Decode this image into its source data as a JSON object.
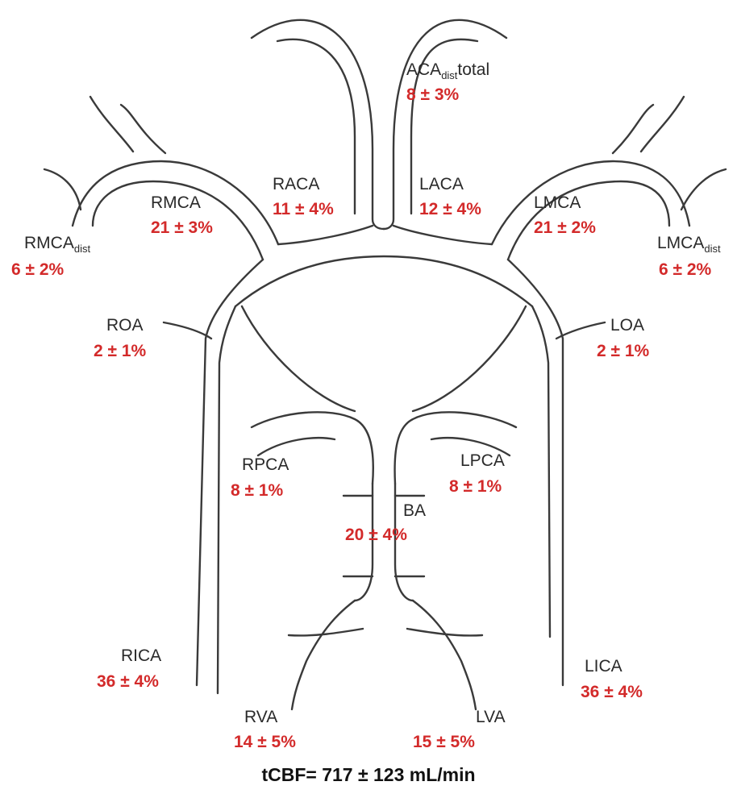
{
  "accent_color": "#d32a2a",
  "vessels": {
    "aca_dist_total": {
      "name": "ACA",
      "sub": "dist",
      "suffix": "total",
      "value": "8 ± 3%"
    },
    "raca": {
      "name": "RACA",
      "value": "11 ± 4%"
    },
    "laca": {
      "name": "LACA",
      "value": "12 ± 4%"
    },
    "rmca": {
      "name": "RMCA",
      "value": "21 ± 3%"
    },
    "lmca": {
      "name": "LMCA",
      "value": "21 ± 2%"
    },
    "rmca_dist": {
      "name": "RMCA",
      "sub": "dist",
      "value": "6 ± 2%"
    },
    "lmca_dist": {
      "name": "LMCA",
      "sub": "dist",
      "value": "6 ± 2%"
    },
    "roa": {
      "name": "ROA",
      "value": "2 ± 1%"
    },
    "loa": {
      "name": "LOA",
      "value": "2 ± 1%"
    },
    "rpca": {
      "name": "RPCA",
      "value": "8 ± 1%"
    },
    "lpca": {
      "name": "LPCA",
      "value": "8 ± 1%"
    },
    "ba": {
      "name": "BA",
      "value": "20 ± 4%"
    },
    "rica": {
      "name": "RICA",
      "value": "36 ± 4%"
    },
    "lica": {
      "name": "LICA",
      "value": "36 ± 4%"
    },
    "rva": {
      "name": "RVA",
      "value": "14 ± 5%"
    },
    "lva": {
      "name": "LVA",
      "value": "15 ± 5%"
    }
  },
  "total_cbf": "tCBF= 717 ± 123 mL/min"
}
